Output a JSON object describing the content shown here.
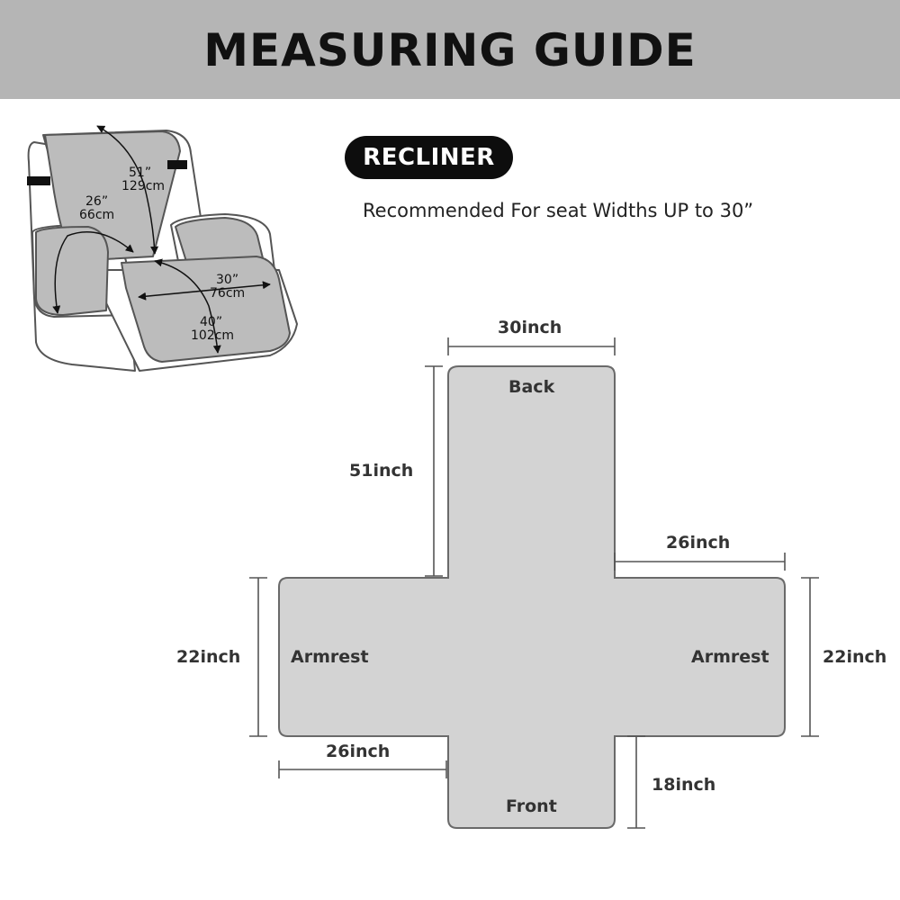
{
  "header": {
    "title": "MEASURING GUIDE"
  },
  "badge": {
    "label": "RECLINER"
  },
  "subtitle": "Recommended For seat Widths UP to 30”",
  "recliner_figure": {
    "back_imperial": "51”",
    "back_metric": "129cm",
    "arm_imperial": "26”",
    "arm_metric": "66cm",
    "seat_width_imperial": "30”",
    "seat_width_metric": "76cm",
    "seat_depth_imperial": "40”",
    "seat_depth_metric": "102cm"
  },
  "layout_diagram": {
    "back_label": "Back",
    "front_label": "Front",
    "left_armrest_label": "Armrest",
    "right_armrest_label": "Armrest",
    "top_width": "30inch",
    "back_height": "51inch",
    "right_arm_width": "26inch",
    "left_arm_height": "22inch",
    "right_arm_height": "22inch",
    "left_arm_width": "26inch",
    "front_height": "18inch"
  },
  "colors": {
    "banner": "#b5b5b5",
    "cover_fill": "#d3d3d3",
    "outline": "#6a6a6a",
    "dim_line": "#555555",
    "badge": "#0d0d0d"
  }
}
